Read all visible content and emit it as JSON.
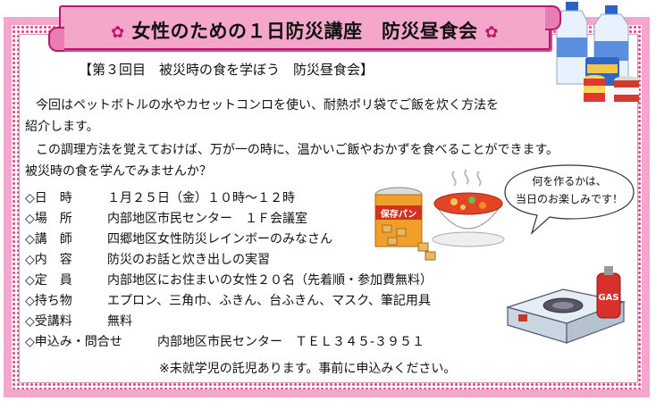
{
  "banner": {
    "flower_left": "✿",
    "title": "女性のための１日防災講座　防災昼食会",
    "flower_right": "✿"
  },
  "subtitle": "【第３回目　被災時の食を学ぼう　防災昼食会】",
  "intro": [
    "今回はペットボトルの水やカセットコンロを使い、耐熱ポリ袋でご飯を炊く方法を",
    "紹介します。",
    "この調理方法を覚えておけば、万が一の時に、温かいご飯やおかずを食べることができます。",
    "被災時の食を学んでみませんか？"
  ],
  "details": [
    {
      "label": "◇日　時",
      "value": "１月２５日（金）１０時～１２時"
    },
    {
      "label": "◇場　所",
      "value": "内部地区市民センター　１Ｆ会議室"
    },
    {
      "label": "◇講　師",
      "value": "四郷地区女性防災レインボーのみなさん"
    },
    {
      "label": "◇内　容",
      "value": "防災のお話と炊き出しの実習"
    },
    {
      "label": "◇定　員",
      "value": "内部地区にお住まいの女性２０名（先着順・参加費無料）"
    },
    {
      "label": "◇持ち物",
      "value": "エプロン、三角巾、ふきん、台ふきん、マスク、筆記用具"
    },
    {
      "label": "◇受講料",
      "value": "無料"
    }
  ],
  "application": {
    "label": "◇申込み・問合せ",
    "value": "内部地区市民センター　ＴＥＬ３４５-３９５１"
  },
  "note": "※未就学児の託児あります。事前に申込みください。",
  "bubble": {
    "line1": "何を作るかは、",
    "line2": "当日のお楽しみです！"
  },
  "illustrations": {
    "can_label": "保存パン",
    "gas_label": "GAS"
  }
}
